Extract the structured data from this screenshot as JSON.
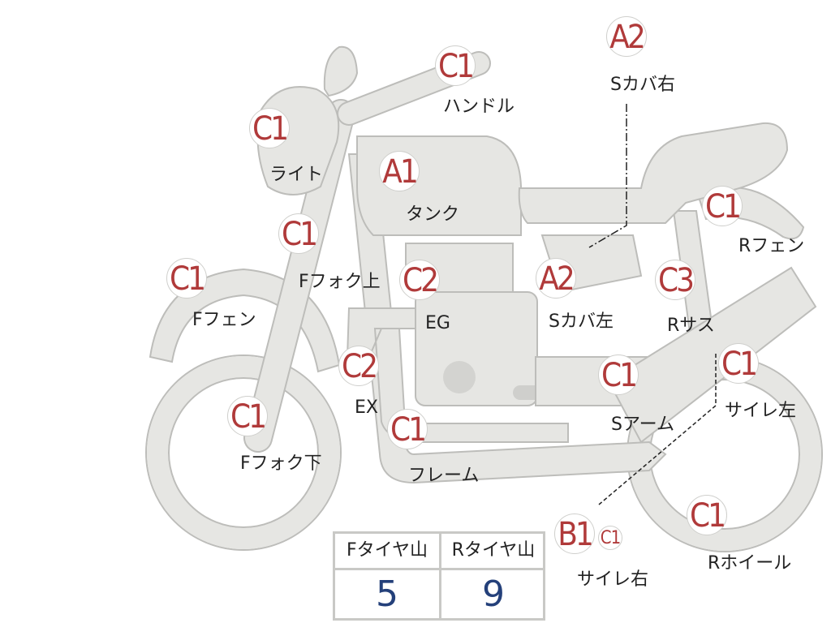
{
  "parts": [
    {
      "id": "handle",
      "grade": "C1",
      "label": "ハンドル"
    },
    {
      "id": "s-cover-r",
      "grade": "A2",
      "label": "Sカバ右"
    },
    {
      "id": "light",
      "grade": "C1",
      "label": "ライト"
    },
    {
      "id": "tank",
      "grade": "A1",
      "label": "タンク"
    },
    {
      "id": "r-fender",
      "grade": "C1",
      "label": "Rフェン"
    },
    {
      "id": "f-fork-up",
      "grade": "C1",
      "label": "Fフォク上"
    },
    {
      "id": "f-fender",
      "grade": "C1",
      "label": "Fフェン"
    },
    {
      "id": "engine",
      "grade": "C2",
      "label": "EG"
    },
    {
      "id": "s-cover-l",
      "grade": "A2",
      "label": "Sカバ左"
    },
    {
      "id": "r-sus",
      "grade": "C3",
      "label": "Rサス"
    },
    {
      "id": "exhaust",
      "grade": "C2",
      "label": "EX"
    },
    {
      "id": "s-arm",
      "grade": "C1",
      "label": "Sアーム"
    },
    {
      "id": "muffler-l",
      "grade": "C1",
      "label": "サイレ左"
    },
    {
      "id": "f-fork-low",
      "grade": "C1",
      "label": "Fフォク下"
    },
    {
      "id": "frame",
      "grade": "C1",
      "label": "フレーム"
    },
    {
      "id": "muffler-r",
      "grade": "B1",
      "grade2": "C1",
      "label": "サイレ右"
    },
    {
      "id": "r-wheel",
      "grade": "C1",
      "label": "Rホイール"
    }
  ],
  "tire_table": {
    "headers": [
      "Fタイヤ山",
      "Rタイヤ山"
    ],
    "values": [
      "5",
      "9"
    ]
  },
  "colors": {
    "grade": "#b03a3a",
    "tire_value": "#24407a",
    "part_fill": "#e6e6e3",
    "part_stroke": "#bdbdba"
  }
}
